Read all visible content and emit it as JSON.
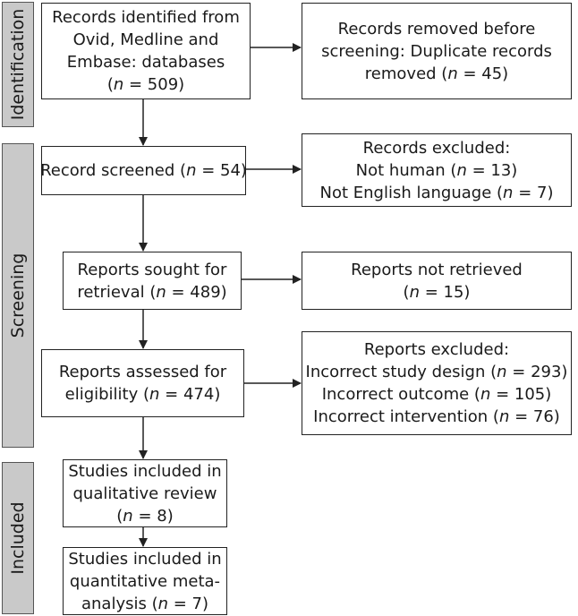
{
  "phases": {
    "identification": "Identification",
    "screening": "Screening",
    "included": "Included"
  },
  "boxes": {
    "identified": {
      "lines": [
        "Records identified from",
        "Ovid, Medline and",
        "Embase: databases",
        "(n = 509)"
      ]
    },
    "removed": {
      "lines": [
        "Records removed before",
        "screening: Duplicate records",
        "removed (n = 45)"
      ]
    },
    "screened": {
      "lines": [
        "Record screened (n = 54)"
      ]
    },
    "excluded_records": {
      "lines": [
        "Records excluded:",
        "Not human (n = 13)",
        "Not English language (n = 7)"
      ]
    },
    "sought": {
      "lines": [
        "Reports sought for",
        "retrieval (n = 489)"
      ]
    },
    "not_retrieved": {
      "lines": [
        "Reports not retrieved",
        "(n = 15)"
      ]
    },
    "assessed": {
      "lines": [
        "Reports assessed for",
        "eligibility (n = 474)"
      ]
    },
    "excluded_reports": {
      "lines": [
        "Reports excluded:",
        "Incorrect study design (n = 293)",
        "Incorrect outcome (n = 105)",
        "Incorrect intervention (n = 76)"
      ]
    },
    "qualitative": {
      "lines": [
        "Studies included in",
        "qualitative review",
        "(n = 8)"
      ]
    },
    "quantitative": {
      "lines": [
        "Studies included in",
        "quantitative meta-",
        "analysis (n = 7)"
      ]
    }
  }
}
